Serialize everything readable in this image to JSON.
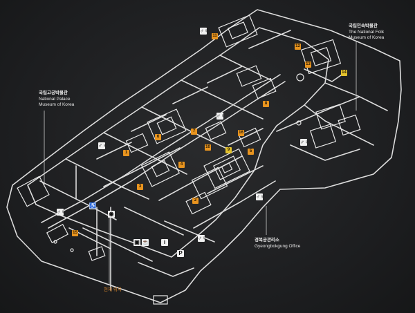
{
  "colors": {
    "board": "#1e1f21",
    "lines": "#dcdcdc",
    "pin_orange": "#e8941f",
    "pin_yellow": "#e3c22c",
    "label_orange": "#d9852a"
  },
  "labels": {
    "palace_museum_ko": "국립고궁박물관",
    "palace_museum_en_1": "National Palace",
    "palace_museum_en_2": "Museum of Korea",
    "folk_museum_ko": "국립민속박물관",
    "folk_museum_en_1": "The National Folk",
    "folk_museum_en_2": "Museum of Korea",
    "office_ko": "경복궁관리소",
    "office_en": "Gyeongbokgung Office",
    "you_are_here_ko": "현재 위치"
  },
  "pins": [
    {
      "num": "11",
      "tone": "orange"
    },
    {
      "num": "12",
      "tone": "orange"
    },
    {
      "num": "13",
      "tone": "orange"
    },
    {
      "num": "14",
      "tone": "yellow"
    },
    {
      "num": "8",
      "tone": "orange"
    },
    {
      "num": "7",
      "tone": "orange"
    },
    {
      "num": "6",
      "tone": "orange"
    },
    {
      "num": "10",
      "tone": "orange"
    },
    {
      "num": "9",
      "tone": "yellow"
    },
    {
      "num": "5",
      "tone": "orange"
    },
    {
      "num": "4",
      "tone": "orange"
    },
    {
      "num": "3",
      "tone": "orange"
    },
    {
      "num": "2",
      "tone": "orange"
    },
    {
      "num": "1",
      "tone": "orange"
    },
    {
      "num": "15",
      "tone": "orange"
    },
    {
      "num": "16",
      "tone": "orange"
    }
  ],
  "facilities": [
    {
      "icon": "restroom-icon",
      "glyph": "♂♀"
    },
    {
      "icon": "restroom-icon",
      "glyph": "♂♀"
    },
    {
      "icon": "restroom-icon",
      "glyph": "♂♀"
    },
    {
      "icon": "restroom-icon",
      "glyph": "♂♀"
    },
    {
      "icon": "restroom-icon",
      "glyph": "♂♀"
    },
    {
      "icon": "restroom-icon",
      "glyph": "♂♀"
    },
    {
      "icon": "restroom-icon",
      "glyph": "♂♀"
    },
    {
      "icon": "accessibility-icon",
      "glyph": "♿"
    },
    {
      "icon": "info-icon",
      "glyph": "i"
    },
    {
      "icon": "shop-icon",
      "glyph": "▣"
    },
    {
      "icon": "parking-icon",
      "glyph": "P"
    },
    {
      "icon": "cafe-icon",
      "glyph": "☕"
    },
    {
      "icon": "camera-icon",
      "glyph": "◉"
    }
  ]
}
